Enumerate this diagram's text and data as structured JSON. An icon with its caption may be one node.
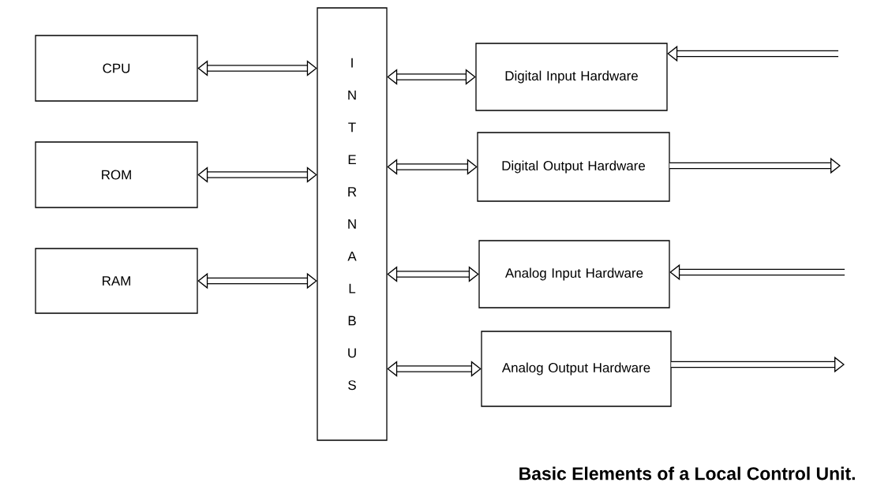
{
  "diagram": {
    "caption": "Basic Elements of a Local Control Unit.",
    "nodes": [
      {
        "text": [
          "CPU"
        ]
      },
      {
        "text": [
          "ROM"
        ]
      },
      {
        "text": [
          "RAM"
        ]
      },
      {
        "text": [
          "INTERNAL BUS"
        ]
      },
      {
        "text": [
          "Digital Input Hardware"
        ]
      },
      {
        "text": [
          "Digital Output Hardware"
        ]
      },
      {
        "text": [
          "Analog Input Hardware"
        ]
      },
      {
        "text": [
          "Analog Output Hardware"
        ]
      }
    ],
    "edges": [
      {
        "from": 0,
        "to": 3,
        "arrow": "both"
      },
      {
        "from": 1,
        "to": 3,
        "arrow": "both"
      },
      {
        "from": 2,
        "to": 3,
        "arrow": "both"
      },
      {
        "from": 3,
        "to": 4,
        "arrow": "both"
      },
      {
        "from": 3,
        "to": 5,
        "arrow": "both"
      },
      {
        "from": 3,
        "to": 6,
        "arrow": "both"
      },
      {
        "from": 3,
        "to": 7,
        "arrow": "both"
      },
      {
        "from": null,
        "to": 4,
        "arrow": "to"
      },
      {
        "from": 5,
        "to": null,
        "arrow": "to"
      },
      {
        "from": null,
        "to": 6,
        "arrow": "to"
      },
      {
        "from": 7,
        "to": null,
        "arrow": "to"
      }
    ]
  }
}
